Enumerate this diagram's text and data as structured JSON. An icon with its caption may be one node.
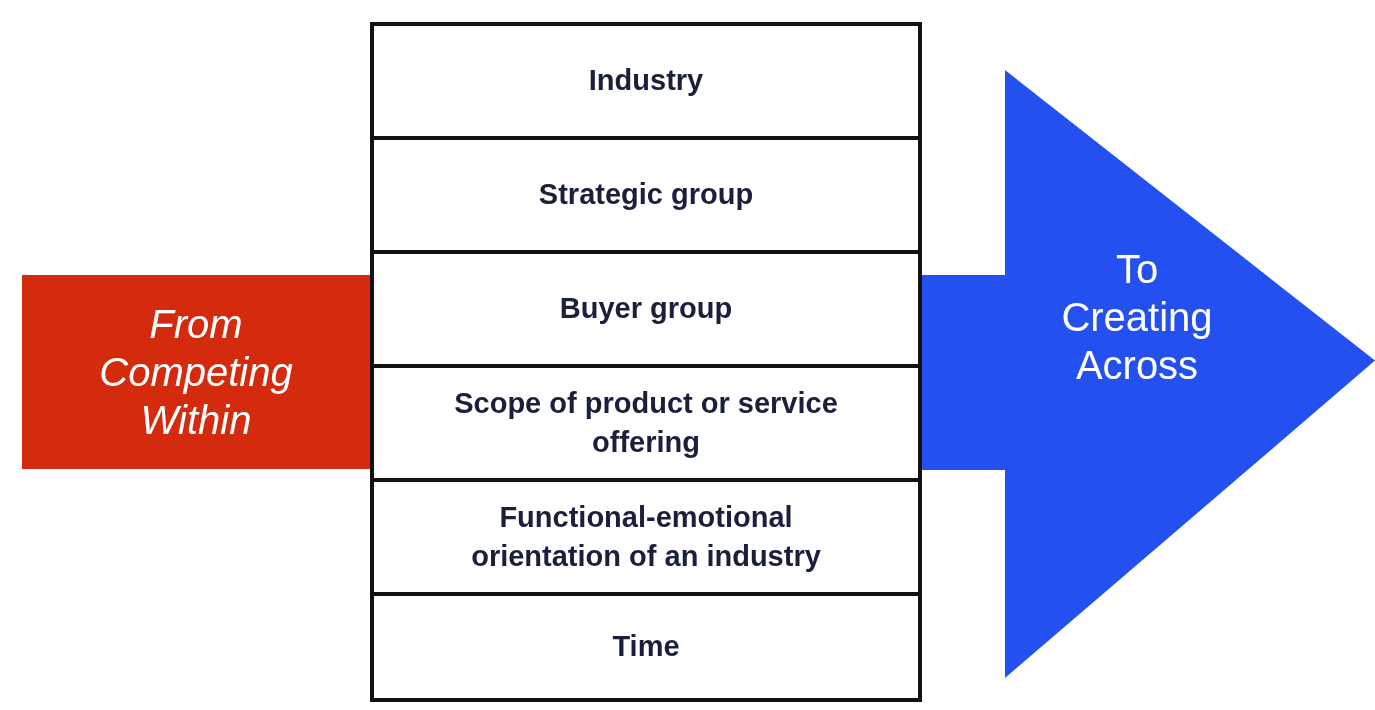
{
  "diagram": {
    "nodes": [
      {
        "text": [
          "From Competing Within"
        ]
      },
      {
        "text": [
          "Industry"
        ]
      },
      {
        "text": [
          "Strategic group"
        ]
      },
      {
        "text": [
          "Buyer group"
        ]
      },
      {
        "text": [
          "Scope of product or service offering"
        ]
      },
      {
        "text": [
          "Functional-emotional orientation of an industry"
        ]
      },
      {
        "text": [
          "Time"
        ]
      },
      {
        "text": [
          "To Creating Across"
        ]
      }
    ]
  }
}
